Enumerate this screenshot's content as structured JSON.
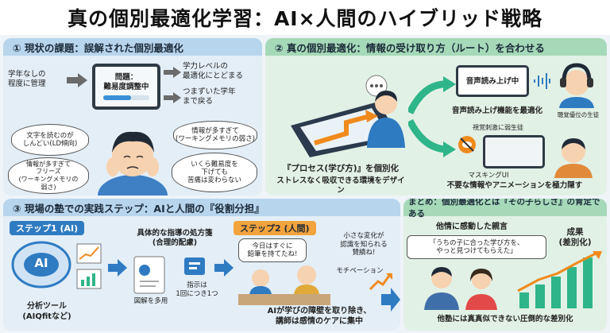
{
  "title": "真の個別最適化学習：AI×人間のハイブリッド戦略",
  "p1": {
    "header": "① 現状の課題：誤解された個別最適化",
    "left_note": "学年なしの\n程度に管理",
    "screen_line1": "問題：",
    "screen_line2": "難易度調整中",
    "arrow1": "学力レベルの\n最適化にとどまる",
    "arrow2": "つまずいた学年\nまで戻る",
    "b1": "文字を読むのが\nしんどい(LD傾向)",
    "b2": "情報が多すぎて\n(ワーキングメモリの弱さ)",
    "b3": "情報が多すぎて\nフリーズ\n(ワーキングメモリの\n弱さ)",
    "b4": "いくら難易度を\n下げても\n苦痛は変わらない"
  },
  "p2": {
    "header": "② 真の個別最適化：情報の受け取り方（ルート）を合わせる",
    "audio_label": "音声読み上げ中",
    "audio_caption": "音声読み上げ機能を最適化",
    "audio_student": "聴覚優位の生徒",
    "visual_student": "視覚刺激に弱生徒",
    "masking": "マスキングUI",
    "masking_caption": "不要な情報やアニメーションを極力隠す",
    "main_caption1": "『プロセス(学び方)』を個別化",
    "main_caption2": "ストレスなく吸収できる環境をデザイン"
  },
  "p3": {
    "header": "③ 現場の塾での実践ステップ：AIと人間の『役割分担』",
    "step1": "ステップ1 (AI)",
    "ai_text": "AI",
    "tool": "分析ツール\n(AIQfitなど)",
    "prescription": "具体的な指導の処方箋\n(合理的配慮)",
    "diagram": "図解を多用",
    "instruction": "指示は\n1回につき1つ",
    "step2": "ステップ2 (人間)",
    "speech": "今日はすぐに\n鉛筆を持てたね!",
    "change": "小さな変化が\n認識を知られる\n賛績ね!",
    "motivation": "モチベーション",
    "caption": "AIが学びの障壁を取り除き、\n講師は感情のケアに集中"
  },
  "p4": {
    "header": "まとめ：個別最適化とは『その子らしさ』の肯定である",
    "parents_title": "他情に感動した親言",
    "quote": "「うちの子に合った学び方を、\nやっと見つけてもらえた」",
    "result": "成果\n(差別化)",
    "caption": "他塾には真真似できない圧倒的な差別化"
  },
  "colors": {
    "bg": "#eef4f8",
    "green": "#dff0e4",
    "green_hdr": "#7fc9a0",
    "blue_hdr": "#9cc6e6",
    "accent": "#1a73c9",
    "orange": "#f3a33c"
  }
}
